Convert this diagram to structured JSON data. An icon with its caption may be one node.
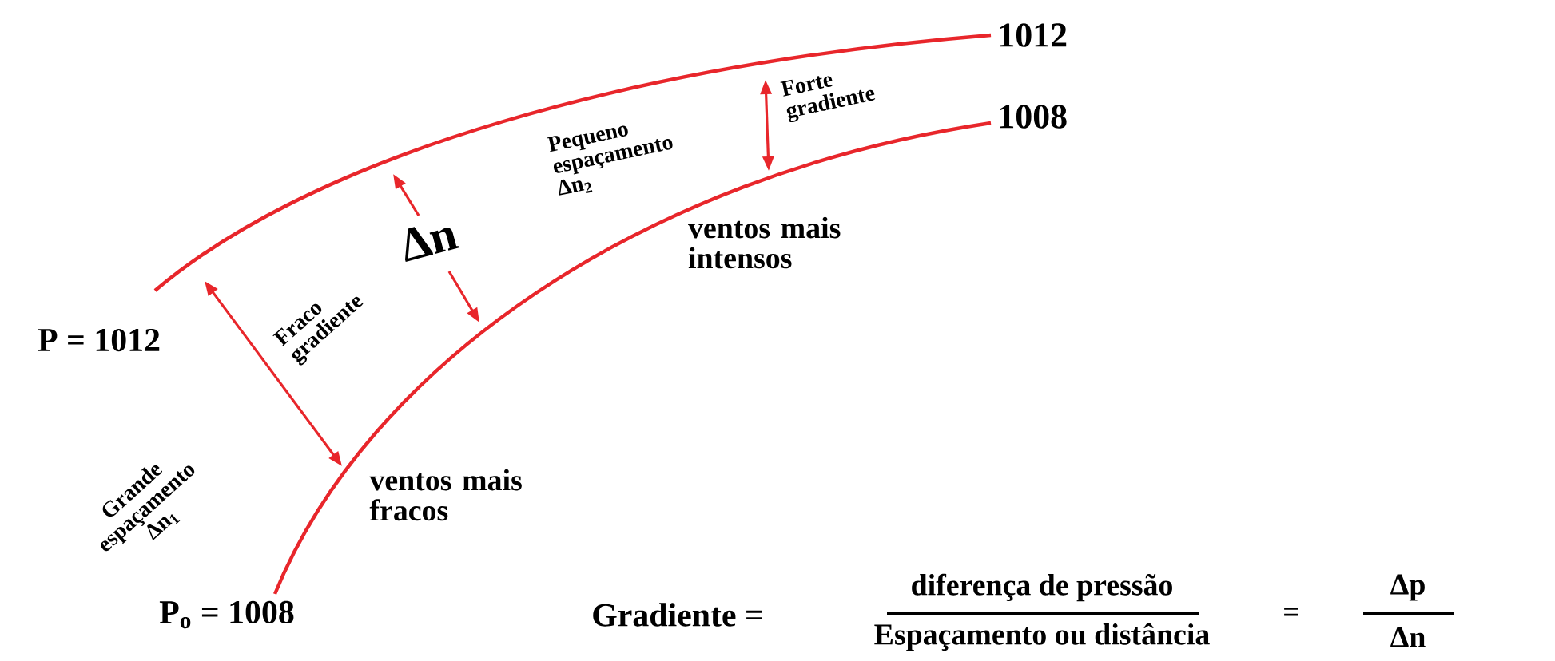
{
  "diagram": {
    "labels": [
      "1012",
      "Pequeno espaçamento Δn$_{2}$",
      "Forte gradiente",
      "1008",
      "Δn",
      "ventos mais intensos",
      "P = 1012",
      "Fraco gradiente",
      "Grande espaçamento Δn$_{1}$",
      "ventos mais fracos",
      "P$_{o}$ = 1008",
      "Gradiente =",
      "diferença de pressão",
      "Espaçamento ou distância",
      "=",
      "Δp",
      "Δn"
    ]
  }
}
